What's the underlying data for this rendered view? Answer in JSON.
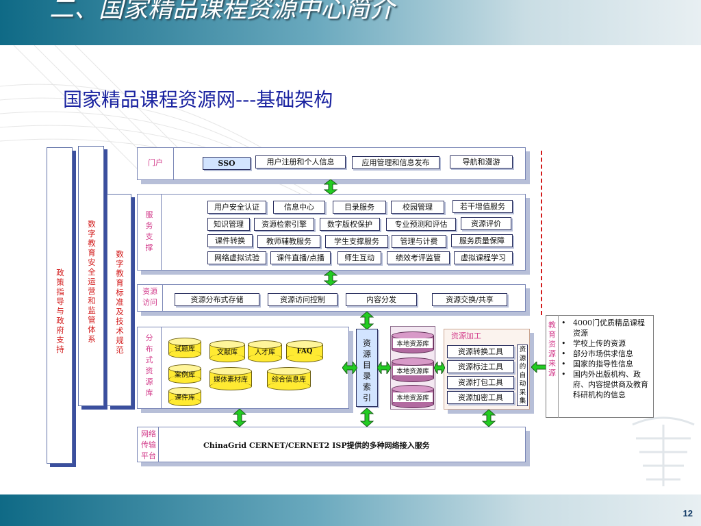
{
  "slide": {
    "title": "二、国家精品课程资源中心简介",
    "subtitle": "国家精品课程资源网---基础架构",
    "page_number": "12"
  },
  "left": {
    "policy": "政策指导与政府支持",
    "security": "数字教育安全运营和监管体系",
    "standards": "数字教育标准及技术规范"
  },
  "portal": {
    "label": "门户",
    "items": [
      "SSO",
      "用户注册和个人信息",
      "应用管理和信息发布",
      "导航和漫游"
    ]
  },
  "service": {
    "label": "服务支撑",
    "rows": [
      [
        "用户安全认证",
        "信息中心",
        "目录服务",
        "校园管理",
        "若干增值服务"
      ],
      [
        "知识管理",
        "资源检索引擎",
        "数字版权保护",
        "专业预测和评估",
        "资源评价"
      ],
      [
        "课件转换",
        "教师辅教服务",
        "学生支撑服务",
        "管理与计费",
        "服务质量保障"
      ],
      [
        "网络虚拟试验",
        "课件直播/点播",
        "师生互动",
        "绩效考评监管",
        "虚拟课程学习"
      ]
    ]
  },
  "access": {
    "label": "资源访问",
    "items": [
      "资源分布式存储",
      "资源访问控制",
      "内容分发",
      "资源交换/共享"
    ]
  },
  "distributed": {
    "label": "分布式资源库",
    "libraries": [
      "试题库",
      "案例库",
      "课件库",
      "文献库",
      "人才库",
      "FAQ",
      "媒体素材库",
      "综合信息库"
    ]
  },
  "index": {
    "label": "资源目录索引"
  },
  "local": {
    "items": [
      "本地资源库",
      "本地资源库",
      "本地资源库"
    ]
  },
  "processing": {
    "label": "资源加工",
    "tools": [
      "资源转换工具",
      "资源标注工具",
      "资源打包工具",
      "资源加密工具"
    ],
    "auto": "资源的自动采集"
  },
  "network": {
    "label": "网络传输平台",
    "text": "ChinaGrid CERNET/CERNET2 ISP提供的多种网络接入服务"
  },
  "sources": {
    "label": "教育资源来源",
    "items": [
      "4000门优质精品课程资源",
      "学校上传的资源",
      "部分市场供求信息",
      "国家的指导性信息",
      "国内外出版机构、政府、内容提供商及教育科研机构的信息"
    ]
  },
  "colors": {
    "label": "#d23a8a",
    "arrow": "#22cc22",
    "arrow_stroke": "#1a5a1a",
    "highlight": "#d2e4ff"
  }
}
